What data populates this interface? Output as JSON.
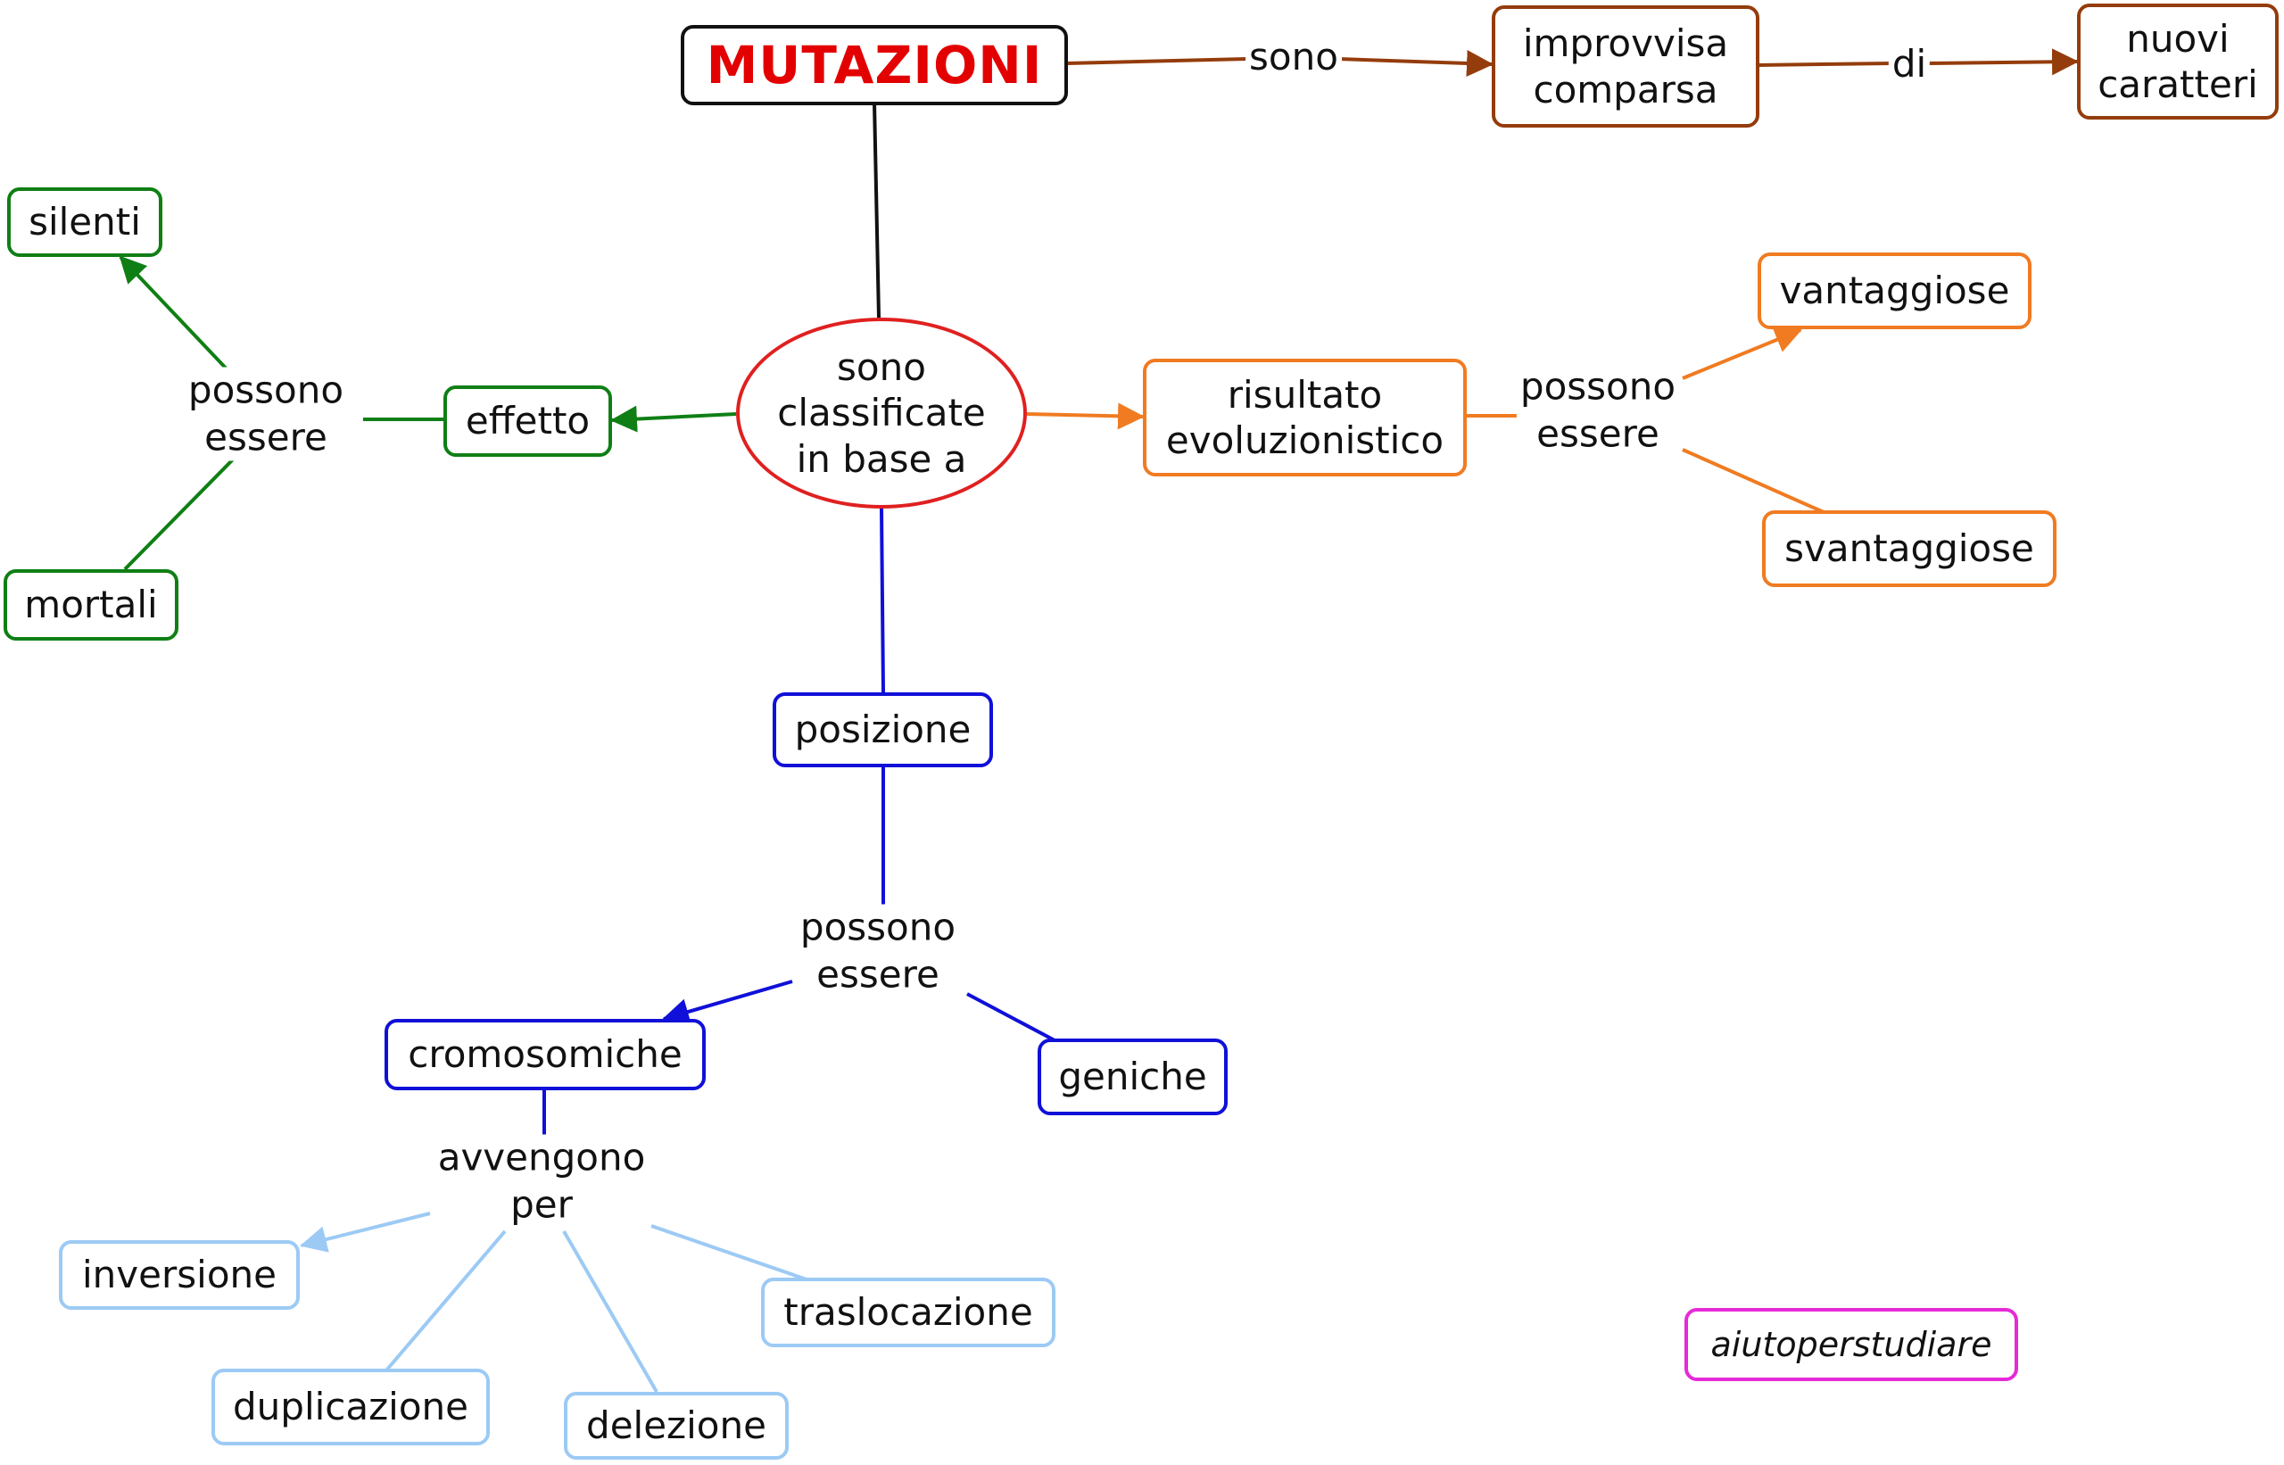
{
  "root": {
    "title": "MUTAZIONI"
  },
  "criteria": {
    "text": "sono\nclassificate\nin base a"
  },
  "definition": {
    "link_sono": "sono",
    "improvvisa": "improvvisa\ncomparsa",
    "link_di": "di",
    "nuovi": "nuovi\ncaratteri"
  },
  "effetto_branch": {
    "node": "effetto",
    "link": "possono\nessere",
    "children": [
      "silenti",
      "mortali"
    ]
  },
  "risultato_branch": {
    "node": "risultato\nevoluzionistico",
    "link": "possono\nessere",
    "children": [
      "vantaggiose",
      "svantaggiose"
    ]
  },
  "posizione_branch": {
    "node": "posizione",
    "link": "possono\nessere",
    "children": [
      "cromosomiche",
      "geniche"
    ]
  },
  "cromosomiche_branch": {
    "link": "avvengono\nper",
    "children": [
      "inversione",
      "duplicazione",
      "delezione",
      "traslocazione"
    ]
  },
  "watermark": "aiutoperstudiare",
  "colors": {
    "title": "#e30000",
    "ellipse": "#e02020",
    "brown": "#943c0c",
    "green": "#0f7f15",
    "orange": "#f07b21",
    "blue": "#1010d8",
    "light_blue": "#9ccaf4",
    "magenta": "#e62ad8"
  }
}
